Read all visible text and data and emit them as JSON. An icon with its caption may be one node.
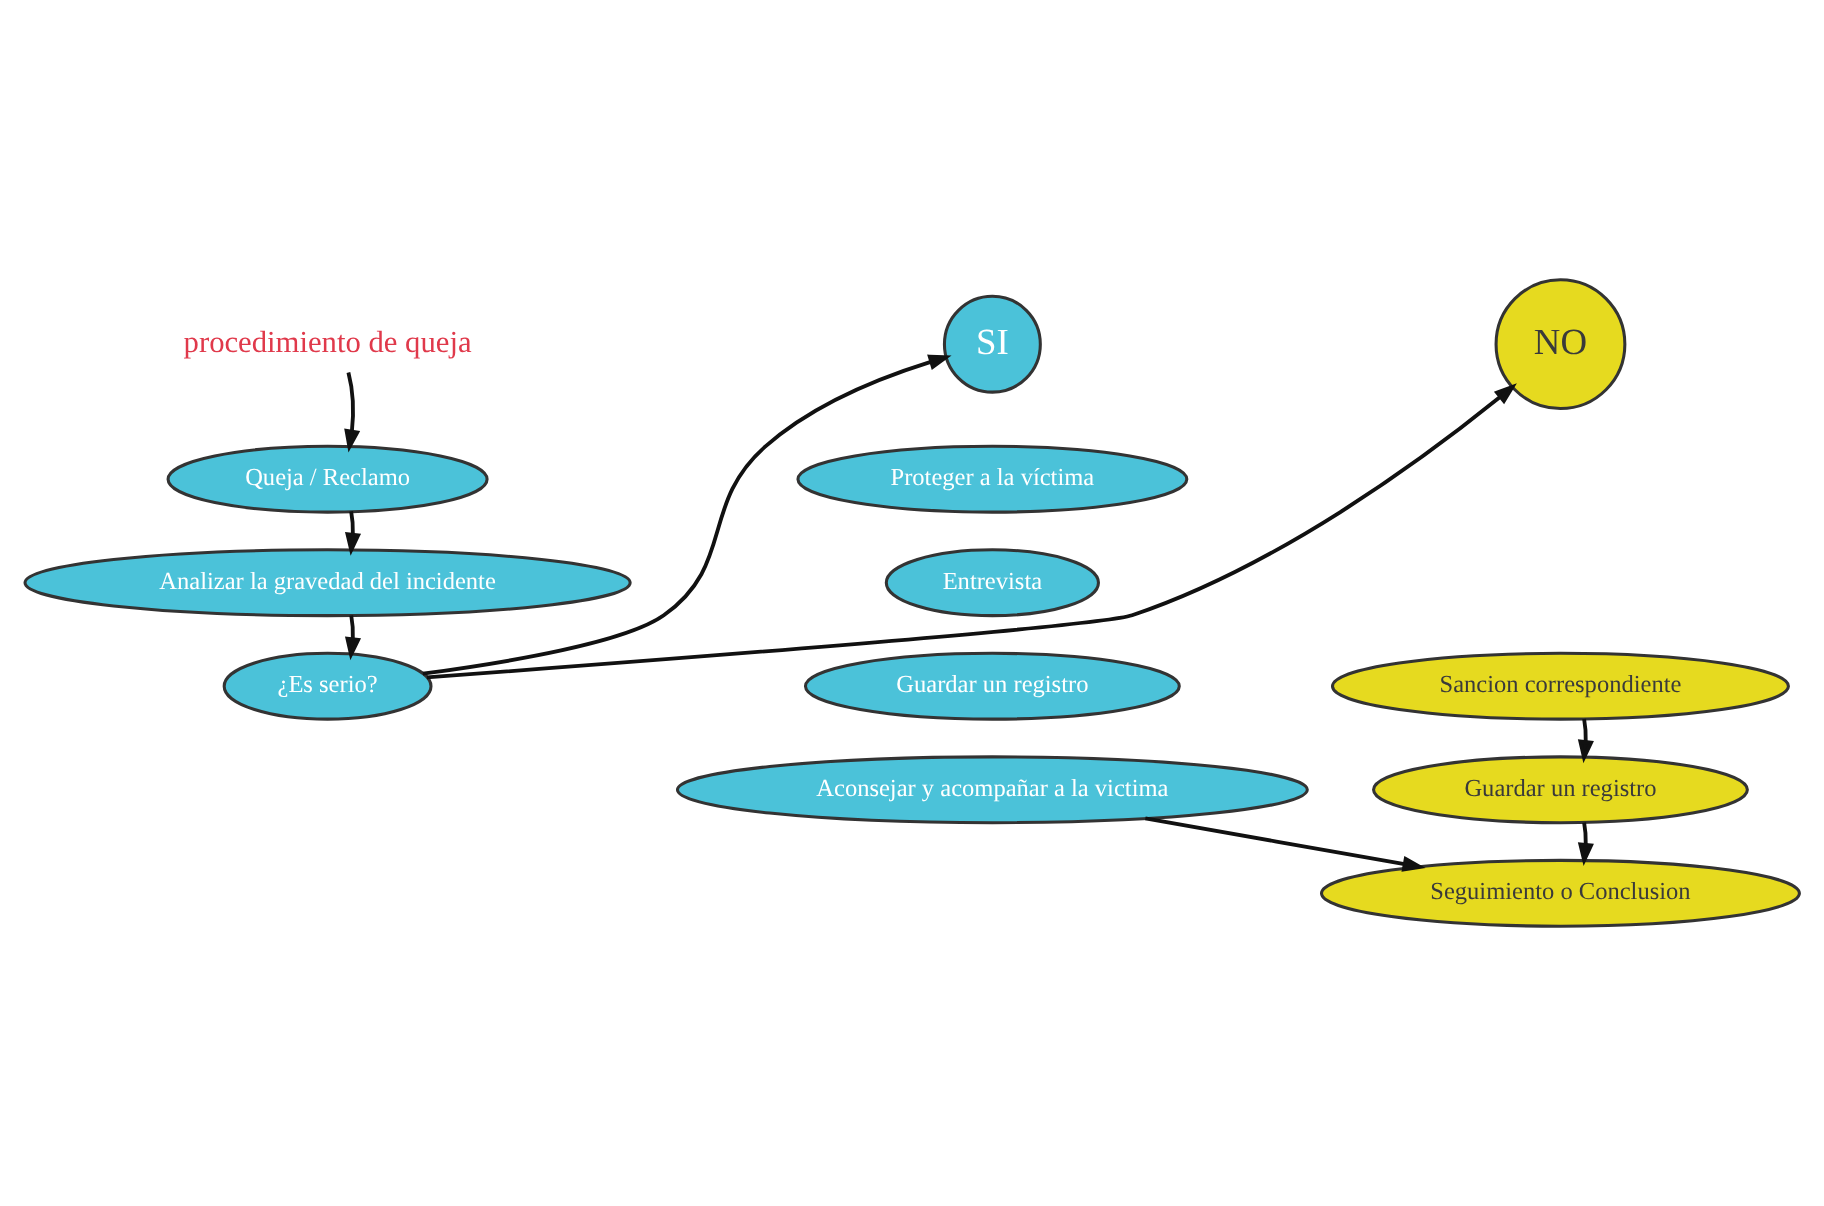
{
  "diagram": {
    "nodes": [
      {
        "text": [
          "procedimiento de queja"
        ]
      },
      {
        "text": [
          "Queja / Reclamo"
        ]
      },
      {
        "text": [
          "Analizar la gravedad del incidente"
        ]
      },
      {
        "text": [
          "¿Es serio?"
        ]
      },
      {
        "text": [
          "SI"
        ]
      },
      {
        "text": [
          "Proteger a la víctima"
        ]
      },
      {
        "text": [
          "Entrevista"
        ]
      },
      {
        "text": [
          "Guardar un registro"
        ]
      },
      {
        "text": [
          "Aconsejar y acompañar a la victima"
        ]
      },
      {
        "text": [
          "NO"
        ]
      },
      {
        "text": [
          "Sancion correspondiente"
        ]
      },
      {
        "text": [
          "Guardar un registro"
        ]
      },
      {
        "text": [
          "Seguimiento o Conclusion"
        ]
      }
    ],
    "edges": [
      {
        "from": 0,
        "to": 1,
        "arrow": "to"
      },
      {
        "from": 1,
        "to": 2,
        "arrow": "to"
      },
      {
        "from": 2,
        "to": 3,
        "arrow": "to"
      },
      {
        "from": 3,
        "to": 4,
        "arrow": "to"
      },
      {
        "from": 3,
        "to": 9,
        "arrow": "to"
      },
      {
        "from": 8,
        "to": 12,
        "arrow": "to"
      },
      {
        "from": 10,
        "to": 11,
        "arrow": "to"
      },
      {
        "from": 11,
        "to": 12,
        "arrow": "to"
      }
    ]
  }
}
